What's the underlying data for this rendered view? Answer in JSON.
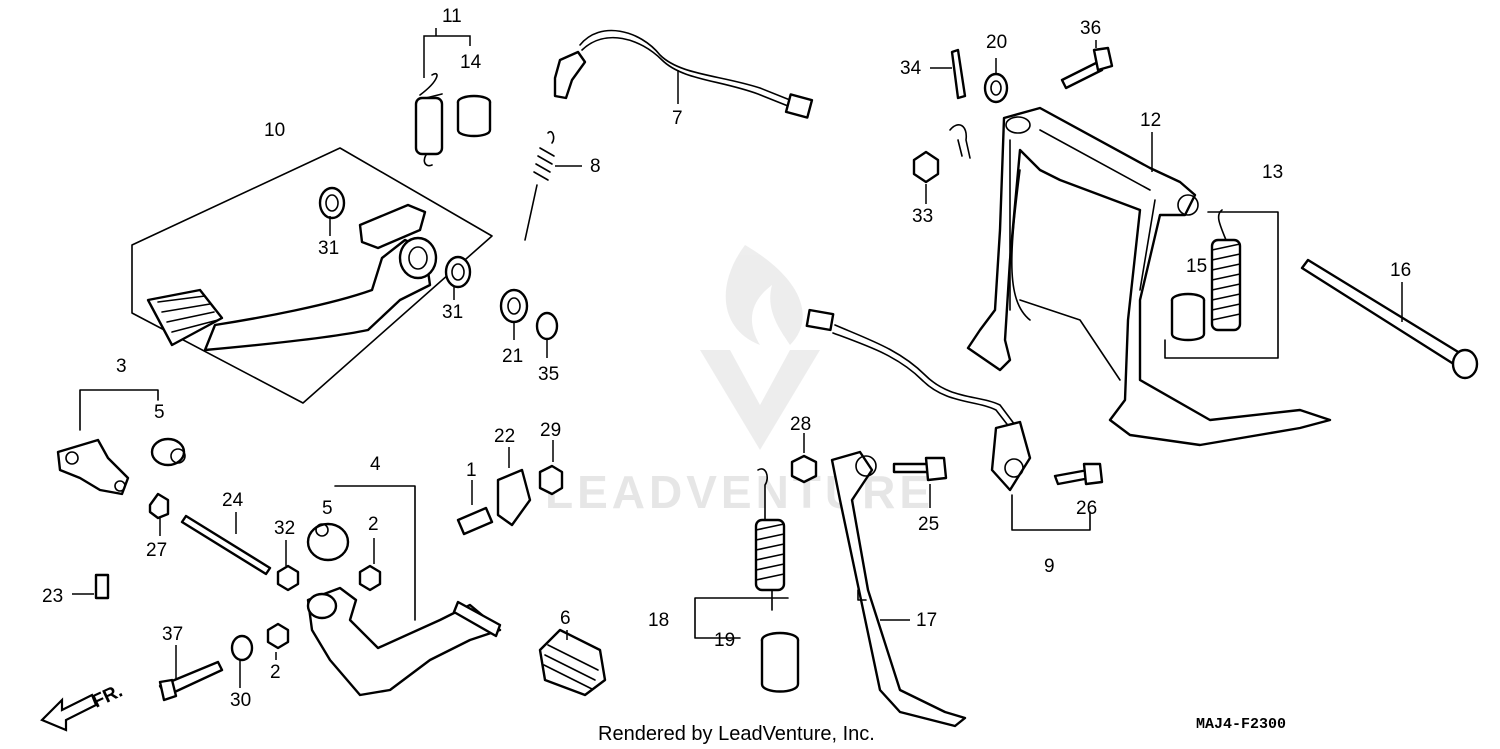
{
  "watermark": "LEADVENTURE",
  "footer": {
    "credit": "Rendered by LeadVenture, Inc.",
    "diagram_code": "MAJ4-F2300",
    "direction_label": "FR."
  },
  "callouts": {
    "c1": "1",
    "c2a": "2",
    "c2b": "2",
    "c3": "3",
    "c4": "4",
    "c5a": "5",
    "c5b": "5",
    "c6": "6",
    "c7": "7",
    "c8": "8",
    "c9": "9",
    "c10": "10",
    "c11": "11",
    "c12": "12",
    "c13": "13",
    "c14": "14",
    "c15": "15",
    "c16": "16",
    "c17": "17",
    "c18": "18",
    "c19": "19",
    "c20": "20",
    "c21": "21",
    "c22": "22",
    "c23": "23",
    "c24": "24",
    "c25": "25",
    "c26": "26",
    "c27": "27",
    "c28": "28",
    "c29": "29",
    "c30": "30",
    "c31a": "31",
    "c31b": "31",
    "c32": "32",
    "c33": "33",
    "c34": "34",
    "c35": "35",
    "c36": "36",
    "c37": "37"
  }
}
